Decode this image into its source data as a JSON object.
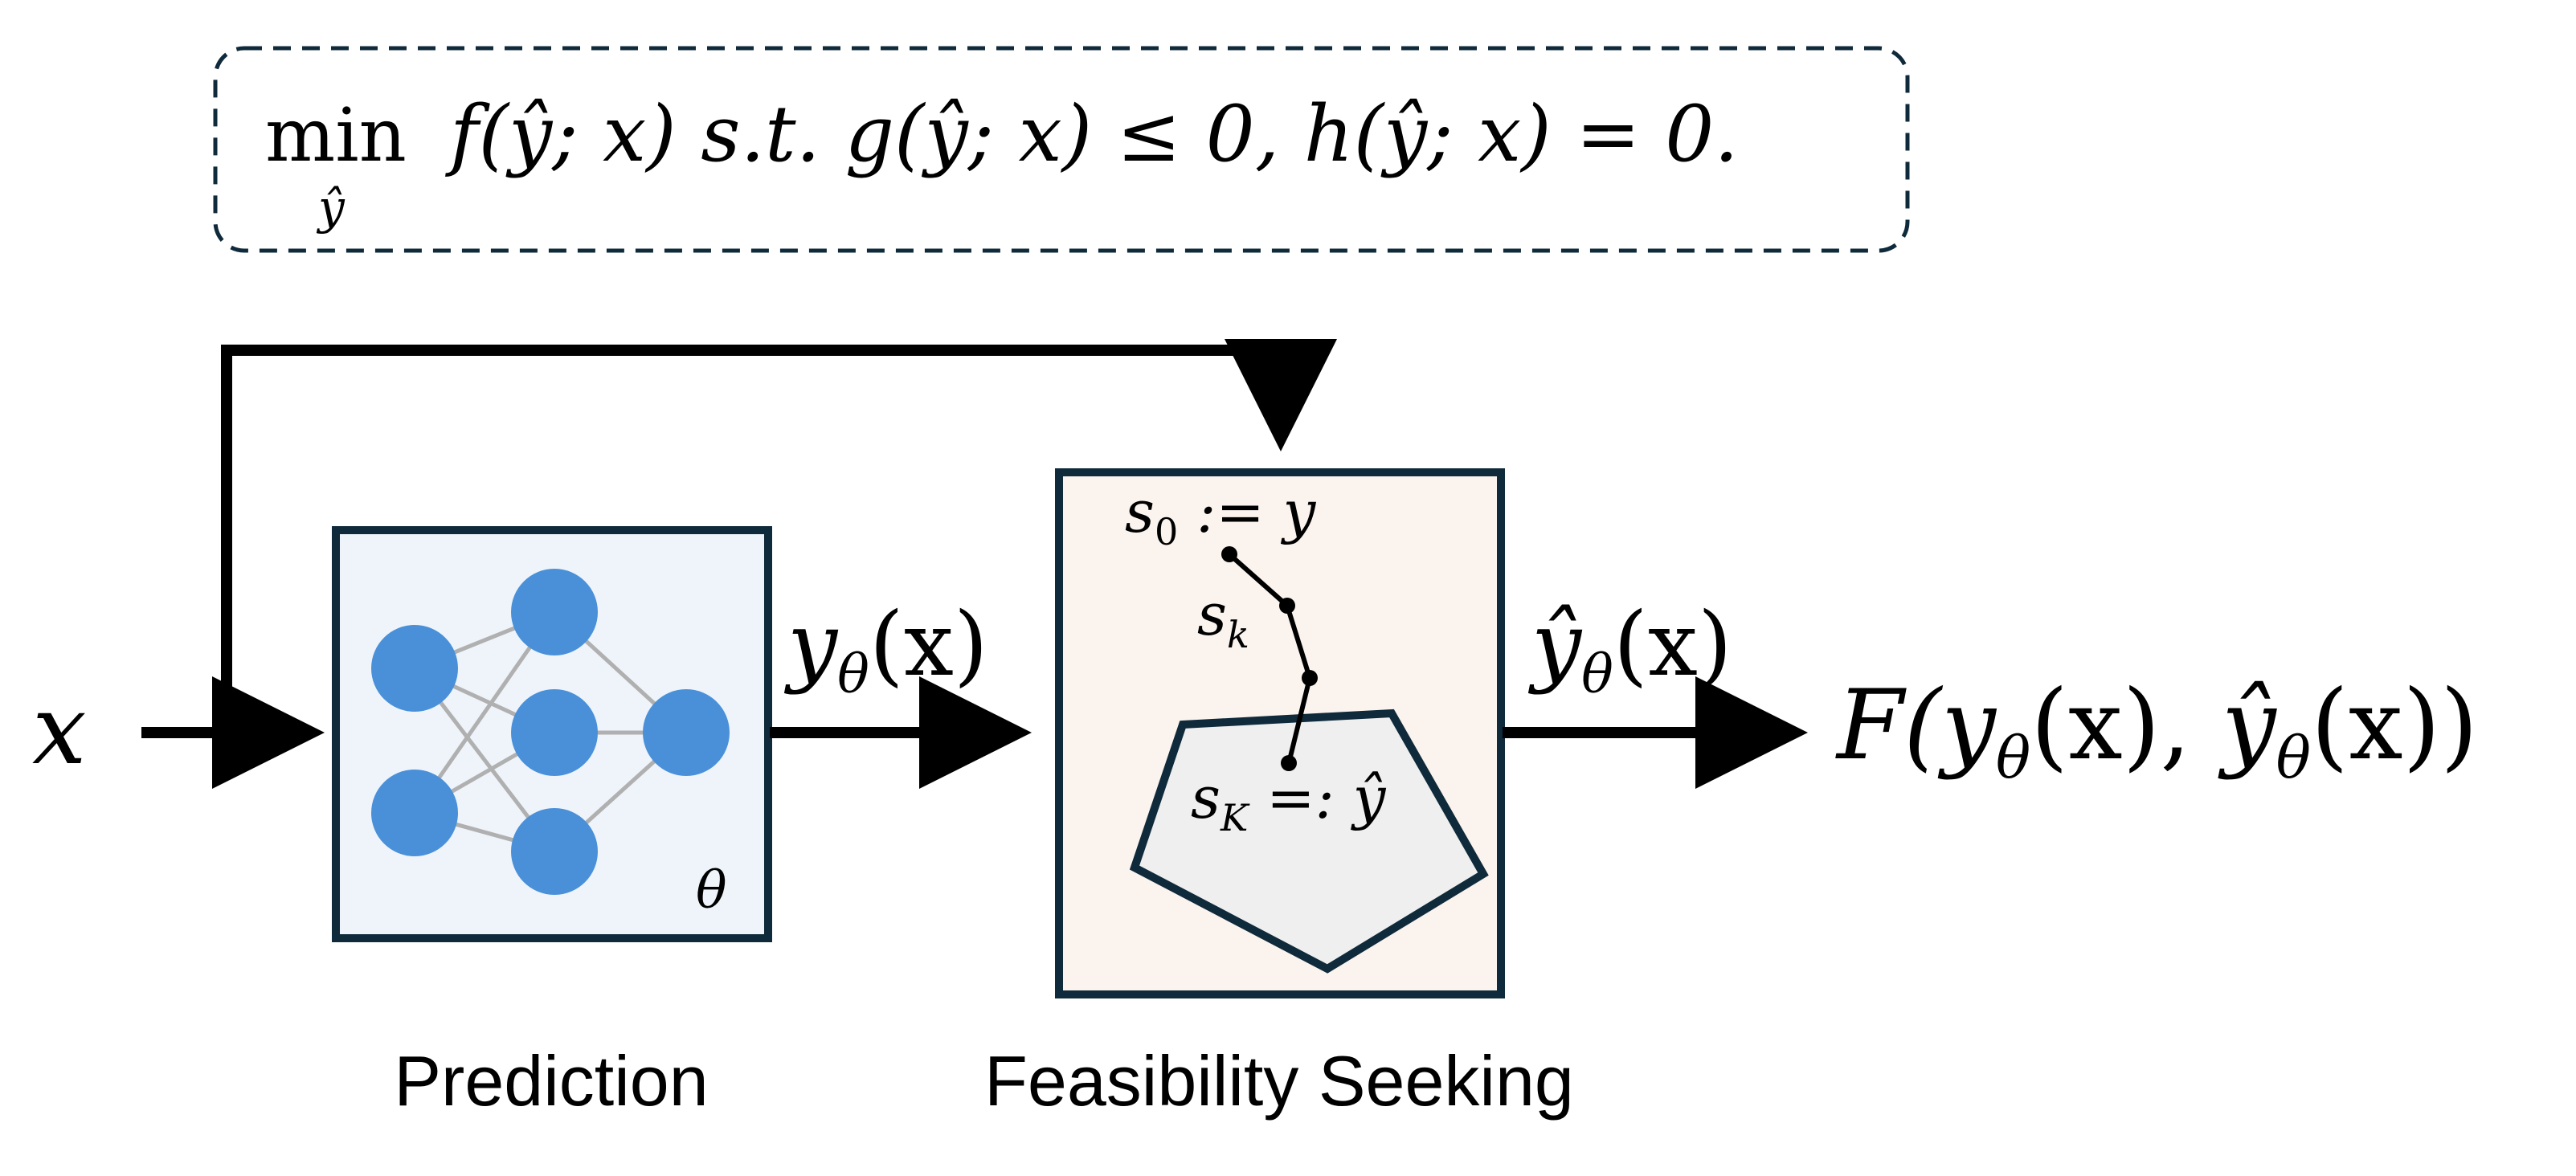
{
  "objective": {
    "op": "min",
    "op_sub": "ŷ",
    "body": "f(ŷ; x) s.t. g(ŷ; x) ≤ 0,  h(ŷ; x) = 0."
  },
  "input_label": "x",
  "prediction": {
    "caption": "Prediction",
    "param": "θ",
    "output": {
      "var": "y",
      "sub": "θ",
      "arg": "(x)"
    }
  },
  "feasibility": {
    "caption": "Feasibility Seeking",
    "s0": {
      "var": "s",
      "sub": "0",
      "rest": " := y"
    },
    "sk": {
      "var": "s",
      "sub": "k"
    },
    "sK": {
      "var": "s",
      "sub": "K",
      "rest": " =: ŷ"
    },
    "output": {
      "var": "ŷ",
      "sub": "θ",
      "arg": "(x)"
    }
  },
  "final": {
    "pre": "F(",
    "var1": "y",
    "sub1": "θ",
    "arg1": "(x), ",
    "var2": "ŷ",
    "sub2": "θ",
    "arg2": "(x))"
  },
  "colors": {
    "border": "#0f2a3a",
    "prediction_fill": "#eef4fa",
    "feasibility_fill": "#fbf3ee",
    "polygon_fill": "#efefef",
    "neuron": "#4a90d9",
    "edge": "#b0b0b0"
  }
}
